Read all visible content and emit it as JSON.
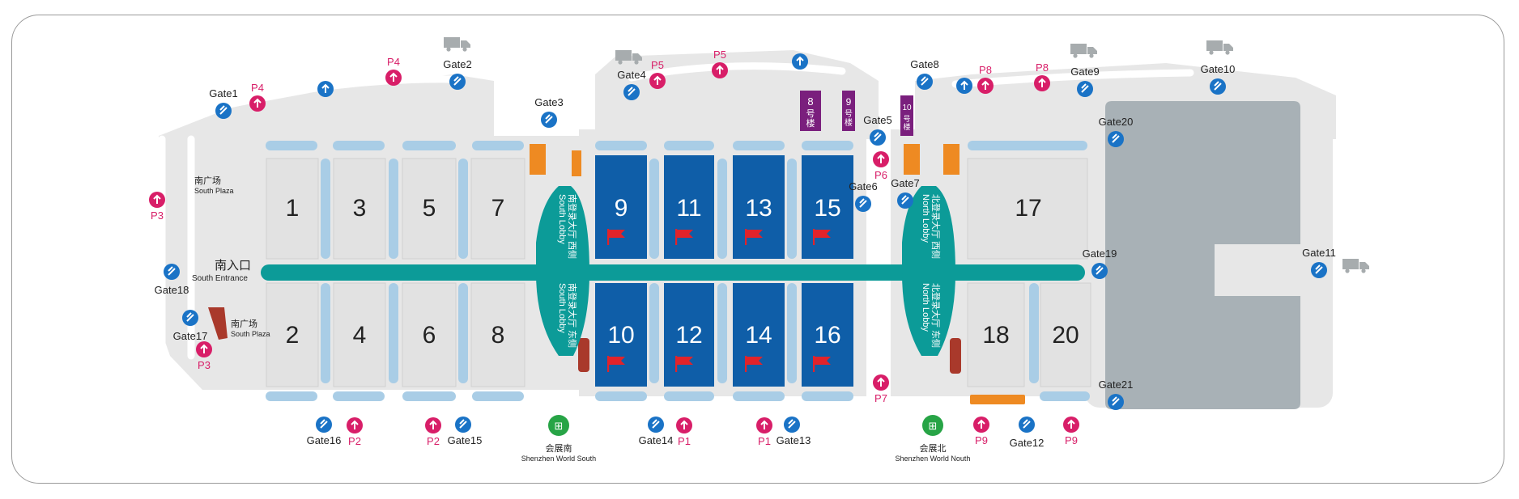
{
  "halls_blue": [
    "9",
    "11",
    "13",
    "15",
    "10",
    "12",
    "14",
    "16"
  ],
  "halls_gray": [
    "1",
    "3",
    "5",
    "7",
    "2",
    "4",
    "6",
    "8",
    "17",
    "18",
    "20"
  ],
  "floors": [
    "8",
    "9",
    "10"
  ],
  "floor_suffix": "号楼",
  "gates": {
    "g1": "Gate1",
    "g2": "Gate2",
    "g3": "Gate3",
    "g4": "Gate4",
    "g5": "Gate5",
    "g6": "Gate6",
    "g7": "Gate7",
    "g8": "Gate8",
    "g9": "Gate9",
    "g10": "Gate10",
    "g11": "Gate11",
    "g12": "Gate12",
    "g13": "Gate13",
    "g14": "Gate14",
    "g15": "Gate15",
    "g16": "Gate16",
    "g17": "Gate17",
    "g18": "Gate18",
    "g19": "Gate19",
    "g20": "Gate20",
    "g21": "Gate21"
  },
  "parking": {
    "p1": "P1",
    "p2": "P2",
    "p3": "P3",
    "p4": "P4",
    "p5": "P5",
    "p6": "P6",
    "p7": "P7",
    "p8": "P8",
    "p9": "P9"
  },
  "labels": {
    "south_plaza_cn": "南广场",
    "south_plaza_en": "South Plaza",
    "south_entrance_cn": "南入口",
    "south_entrance_en": "South Entrance",
    "south_lobby_west": "南登录大厅 西侧",
    "south_lobby_east": "南登录大厅 东侧",
    "south_lobby_en": "South Lobby",
    "north_lobby_west": "北登录大厅 西侧",
    "north_lobby_east": "北登录大厅 东侧",
    "north_lobby_en": "North Lobby",
    "metro_south_cn": "会展南",
    "metro_south_en": "Shenzhen World South",
    "metro_north_cn": "会展北",
    "metro_north_en": "Shenzhen World Nouth"
  },
  "colors": {
    "hall_blue": "#0f5ea8",
    "hall_gray": "#e2e2e2",
    "walkway": "#a9cde6",
    "teal": "#0c9b98",
    "orange": "#ee8a22",
    "purple": "#7a1f7d",
    "brick": "#a9392b",
    "gate_blue": "#1a73c6",
    "parking_pink": "#d81e68",
    "metro_green": "#27a446",
    "slate": "#a8b1b6"
  },
  "icons": [
    "truck-icon",
    "flag-icon",
    "metro-icon",
    "gate-arrow-icon",
    "parking-arrow-icon"
  ]
}
